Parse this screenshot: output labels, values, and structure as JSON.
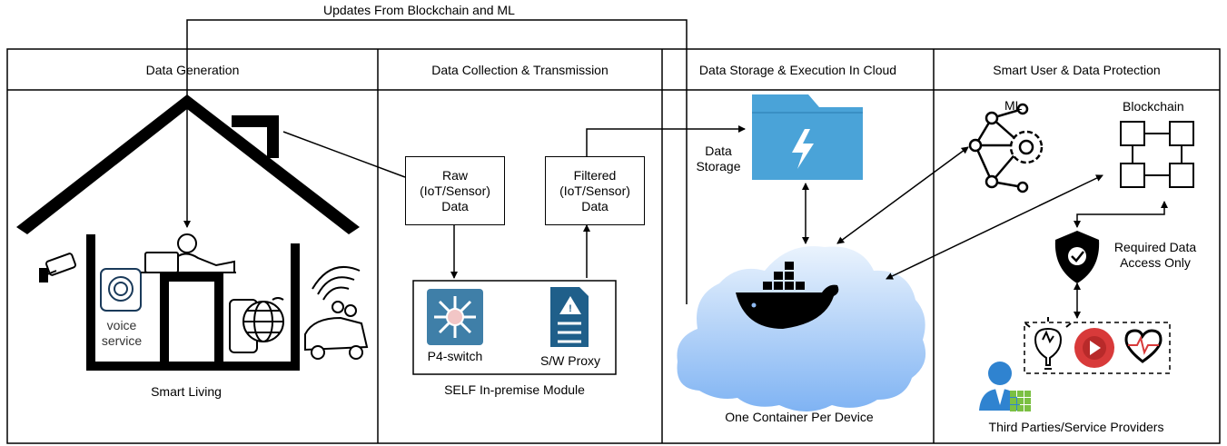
{
  "top_label": "Updates From Blockchain and ML",
  "columns": [
    {
      "title": "Data Generation"
    },
    {
      "title": "Data Collection & Transmission"
    },
    {
      "title": "Data Storage & Execution In Cloud"
    },
    {
      "title": "Smart User & Data Protection"
    }
  ],
  "generation": {
    "voice_label": "voice\nservice",
    "smart_living": "Smart Living"
  },
  "collection": {
    "raw_box": "Raw\n(IoT/Sensor)\nData",
    "filtered_box": "Filtered\n(IoT/Sensor)\nData",
    "p4_switch": "P4-switch",
    "sw_proxy": "S/W Proxy",
    "module": "SELF In-premise Module"
  },
  "cloud": {
    "storage_label": "Data\nStorage",
    "container_caption": "One Container Per Device"
  },
  "protection": {
    "ml": "ML",
    "blockchain": "Blockchain",
    "required": "Required Data\nAccess Only",
    "third_parties": "Third Parties/Service Providers"
  },
  "colors": {
    "folder": "#4aa3d8",
    "cloud_top": "#eaf3fd",
    "cloud_bottom": "#7fb3f3",
    "switch": "#3f7fa8",
    "proxy": "#1f5f8a",
    "play": "#d83a3a",
    "person": "#2f83d0",
    "grid": "#7bc043"
  },
  "icons": [
    "house-icon",
    "cctv-icon",
    "smart-speaker-icon",
    "laptop-user-icon",
    "phone-globe-icon",
    "car-icon",
    "switch-icon",
    "proxy-icon",
    "folder-icon",
    "docker-icon",
    "ml-icon",
    "blockchain-icon",
    "shield-icon",
    "bulb-icon",
    "play-icon",
    "heart-icon",
    "person-icon"
  ]
}
